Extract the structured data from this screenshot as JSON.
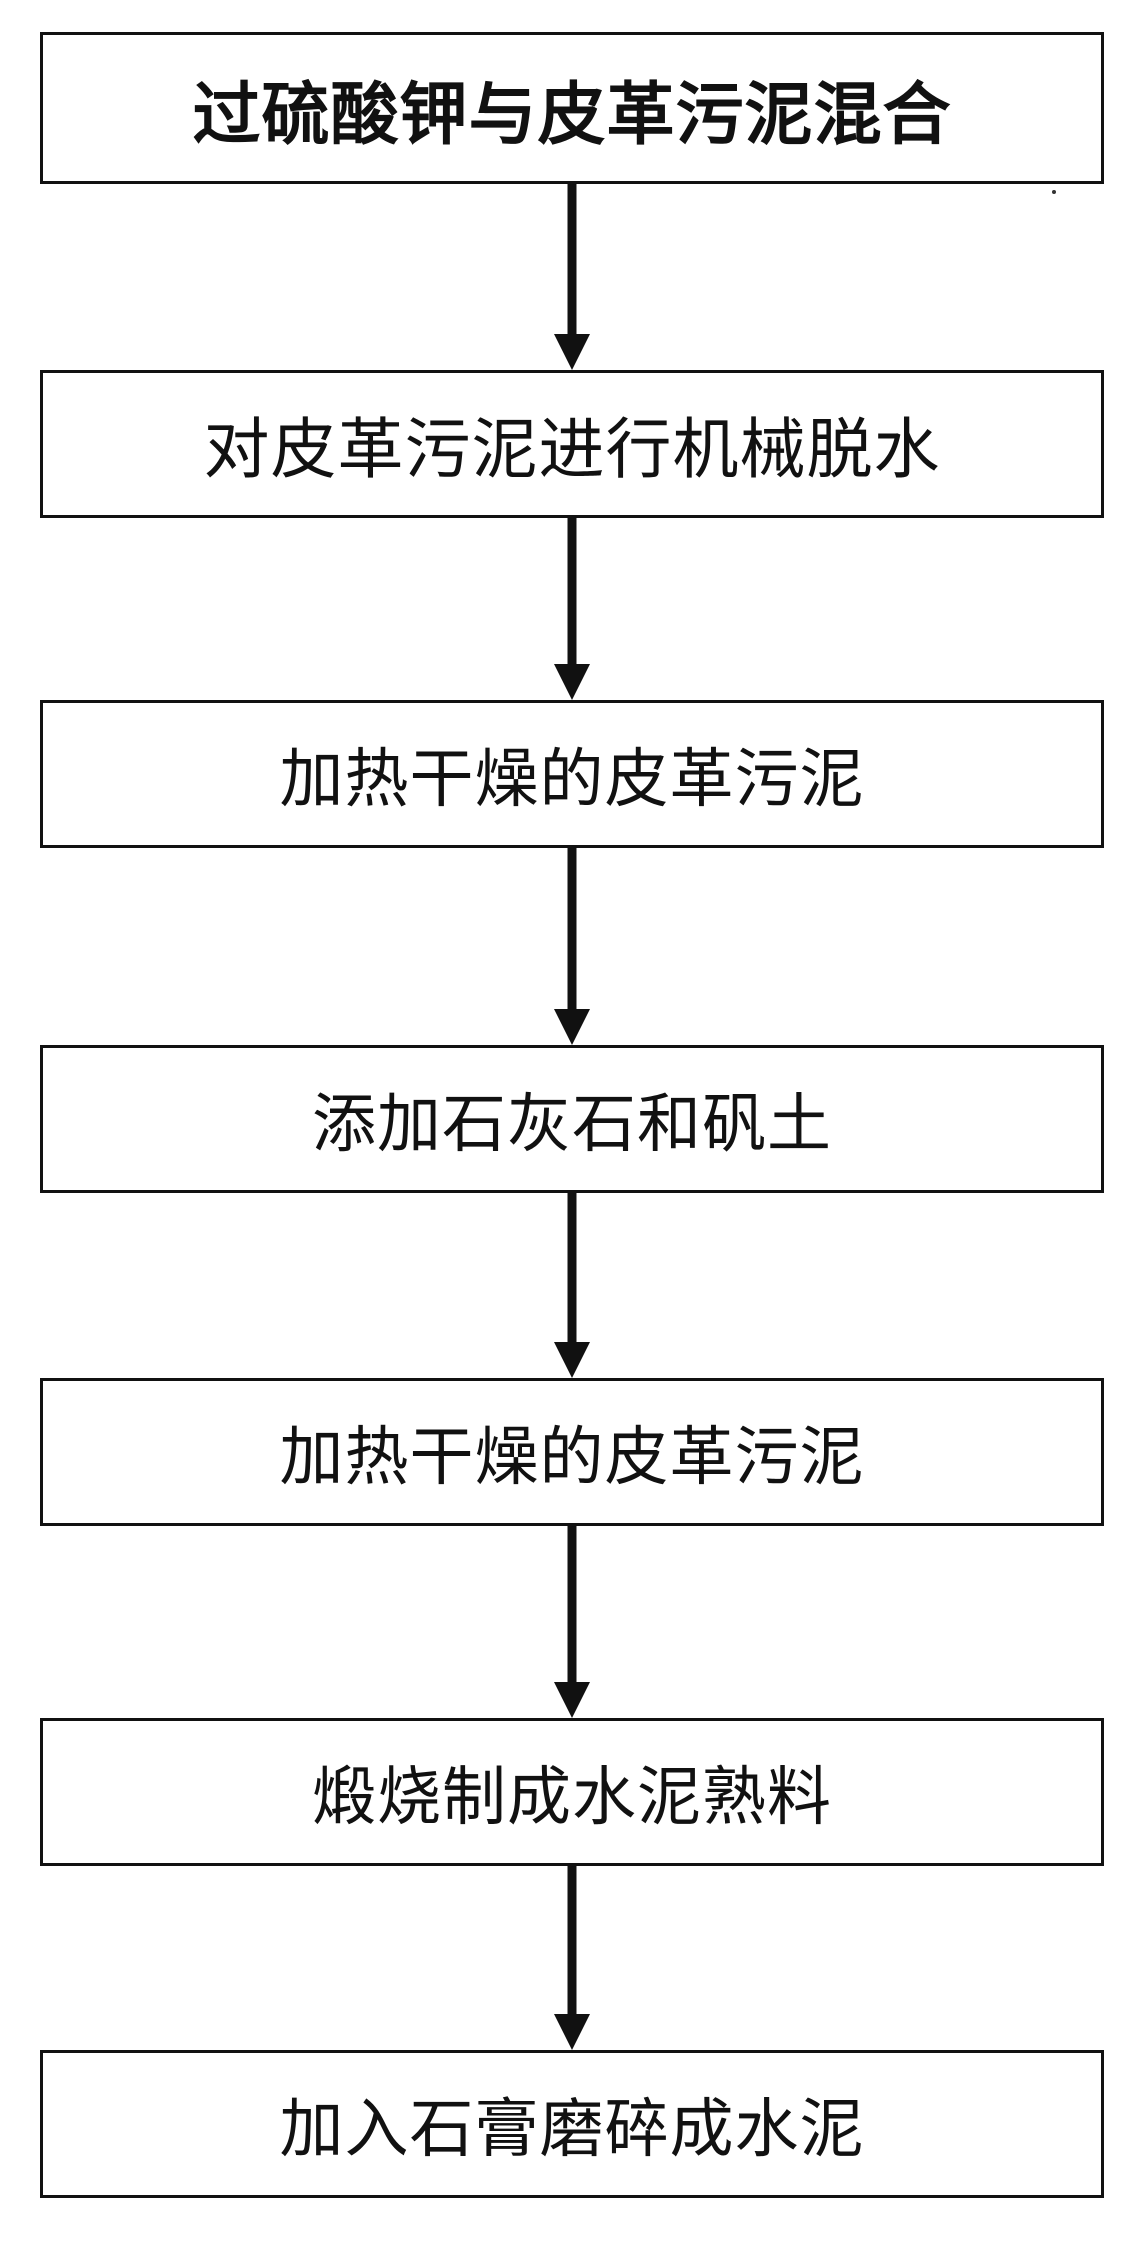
{
  "flowchart": {
    "steps": [
      "过硫酸钾与皮革污泥混合",
      "对皮革污泥进行机械脱水",
      "加热干燥的皮革污泥",
      "添加石灰石和矾土",
      "加热干燥的皮革污泥",
      "煅烧制成水泥熟料",
      "加入石膏磨碎成水泥"
    ]
  },
  "colors": {
    "stroke": "#111111",
    "background": "#ffffff"
  }
}
